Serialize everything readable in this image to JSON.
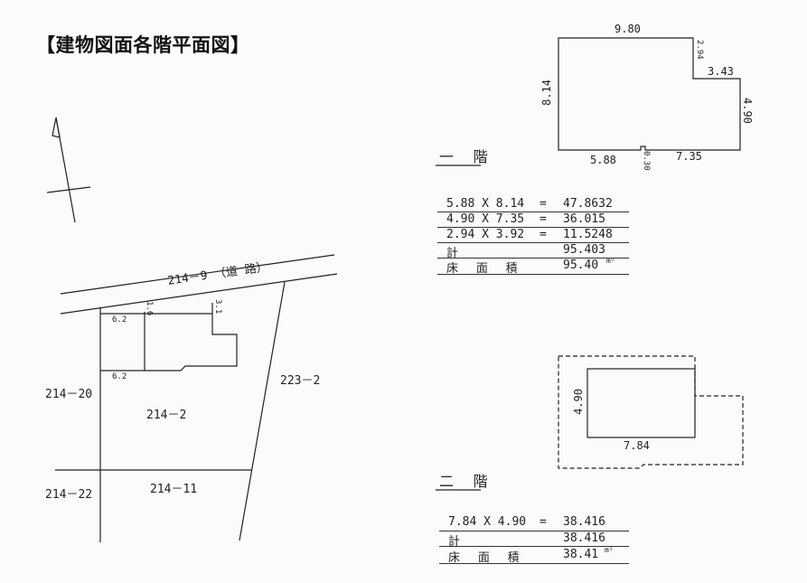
{
  "title": "【建物図面各階平面図】",
  "site": {
    "road": "214－9 （道 路）",
    "lots": {
      "main": "214－2",
      "west": "214－20",
      "east": "223－2",
      "south": "214－11",
      "southwest": "214－22"
    },
    "dims": {
      "setback_top": "6.2",
      "setback_bottom": "6.2",
      "gap_left": "1.6",
      "gap_right": "3.1"
    }
  },
  "floor1": {
    "label": "一 階",
    "dims": {
      "top": "9.80",
      "left": "8.14",
      "step_v": "2.94",
      "step_h": "3.43",
      "right": "4.90",
      "bottom_left": "5.88",
      "notch": "0.30",
      "bottom_right": "7.35"
    },
    "calc": [
      {
        "expr": "5.88 X 8.14",
        "eq": "=",
        "val": "47.8632"
      },
      {
        "expr": "4.90 X 7.35",
        "eq": "=",
        "val": "36.015"
      },
      {
        "expr": "2.94 X 3.92",
        "eq": "=",
        "val": "11.5248"
      },
      {
        "expr": "計",
        "eq": "",
        "val": "95.403"
      },
      {
        "expr": "床 面 積",
        "eq": "",
        "val": "95.40",
        "unit": "m²"
      }
    ]
  },
  "floor2": {
    "label": "二 階",
    "dims": {
      "left": "4.90",
      "bottom": "7.84"
    },
    "calc": [
      {
        "expr": "7.84 X 4.90",
        "eq": "=",
        "val": "38.416"
      },
      {
        "expr": "計",
        "eq": "",
        "val": "38.416"
      },
      {
        "expr": "床 面 積",
        "eq": "",
        "val": "38.41",
        "unit": "m²"
      }
    ]
  }
}
